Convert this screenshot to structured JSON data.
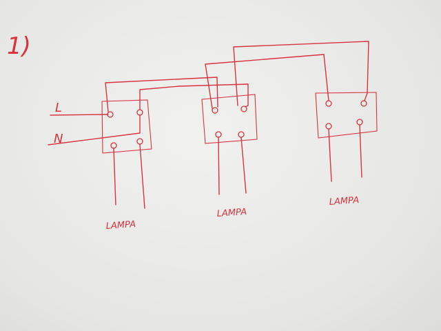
{
  "diagram": {
    "number_label": "1)",
    "line_label": "L",
    "neutral_label": "N",
    "lamps": [
      {
        "label": "LAMPA"
      },
      {
        "label": "LAMPA"
      },
      {
        "label": "LAMPA"
      }
    ],
    "ink_color": "#d8323f"
  }
}
